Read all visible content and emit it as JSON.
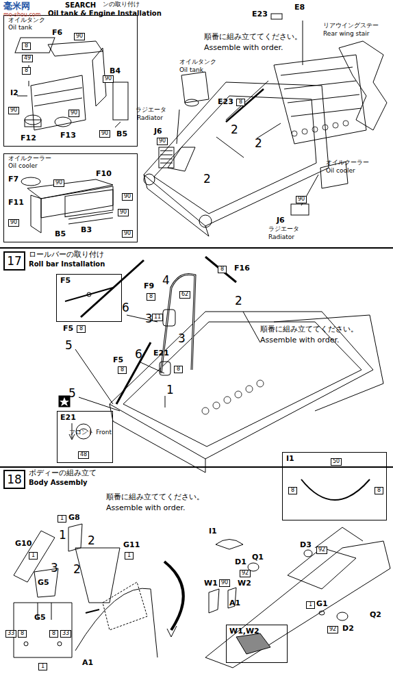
{
  "diagram": {
    "nodes": [
      {
        "text": [
          "オイルタンク",
          "Oil tank"
        ]
      },
      {
        "text": [
          "オイルクーラー",
          "Oil cooler"
        ]
      },
      {
        "text": [
          "17"
        ]
      },
      {
        "text": [
          "F5"
        ]
      },
      {
        "text": [
          "E21",
          "フロント Front",
          "48"
        ]
      },
      {
        "text": [
          "I1",
          "50",
          "8",
          "8"
        ]
      },
      {
        "text": [
          "18"
        ]
      },
      {
        "text": [
          "W1,W2"
        ]
      }
    ],
    "labels": [
      "毫米网",
      "mo-shou.com",
      "SEARCH",
      "ンの取り付け",
      "Oil tank & Engine Installation",
      "順番に組み立ててください。",
      "Assemble with order.",
      "E8",
      "E23",
      "リアウイングステー",
      "Rear wing stair",
      "オイルタンク",
      "Oil tank",
      "E23",
      "8",
      "2",
      "2",
      "2",
      "ラジエータ",
      "Radiator",
      "J6",
      "90",
      "オイルクーラー",
      "Oil cooler",
      "90",
      "J6",
      "ラジエータ",
      "Radiator",
      "8",
      "49",
      "8",
      "F6",
      "90",
      "B4",
      "90",
      "I2",
      "90",
      "90",
      "F12",
      "F13",
      "90",
      "B5",
      "F7",
      "90",
      "F10",
      "F11",
      "90",
      "90",
      "90",
      "B3",
      "B5",
      "90",
      "ロールバーの取り付け",
      "Roll bar Installation",
      "F5",
      "8",
      "6",
      "6",
      "5",
      "5",
      "F9",
      "8",
      "4",
      "62",
      "3",
      "3",
      "11",
      "F5",
      "8",
      "E21",
      "8",
      "1",
      "F16",
      "8",
      "2",
      "順番に組み立ててください。",
      "Assemble with order.",
      "ボディーの組み立て",
      "Body Assembly",
      "順番に組み立ててください。",
      "Assemble with order.",
      "1",
      "G8",
      "1",
      "G10",
      "1",
      "2",
      "2",
      "G11",
      "1",
      "3",
      "G5",
      "G5",
      "33",
      "8",
      "8",
      "33",
      "1",
      "A1",
      "I1",
      "Q1",
      "D3",
      "92",
      "D1",
      "92",
      "W1",
      "90",
      "W2",
      "A1",
      "1",
      "G1",
      "Q2",
      "92",
      "D2"
    ]
  }
}
